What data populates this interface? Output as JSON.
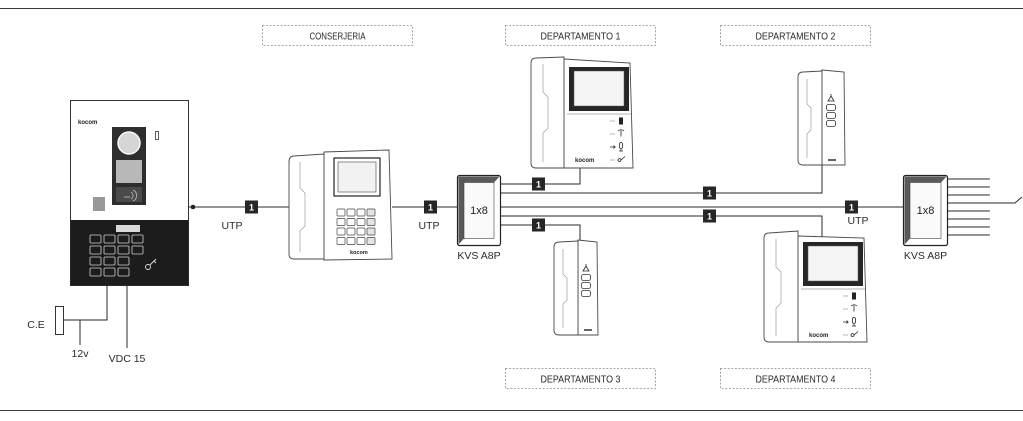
{
  "zones": {
    "conserjeria": "CONSERJERIA",
    "departamento_1": "DEPARTAMENTO 1",
    "departamento_2": "DEPARTAMENTO 2",
    "departamento_3": "DEPARTAMENTO 3",
    "departamento_4": "DEPARTAMENTO 4"
  },
  "brand": "kocom",
  "links": [
    {
      "marker": "1",
      "label": "UTP"
    },
    {
      "marker": "1",
      "label": "UTP"
    },
    {
      "marker": "1"
    },
    {
      "marker": "1"
    },
    {
      "marker": "1",
      "label": "UTP"
    },
    {
      "marker": "1"
    },
    {
      "marker": "1"
    }
  ],
  "distributors": [
    {
      "model": "KVS A8P",
      "ports": "1x8"
    },
    {
      "model": "KVS A8P",
      "ports": "1x8"
    }
  ],
  "power": {
    "lock": "C.E",
    "lock_voltage": "12v",
    "supply": "VDC 15"
  }
}
